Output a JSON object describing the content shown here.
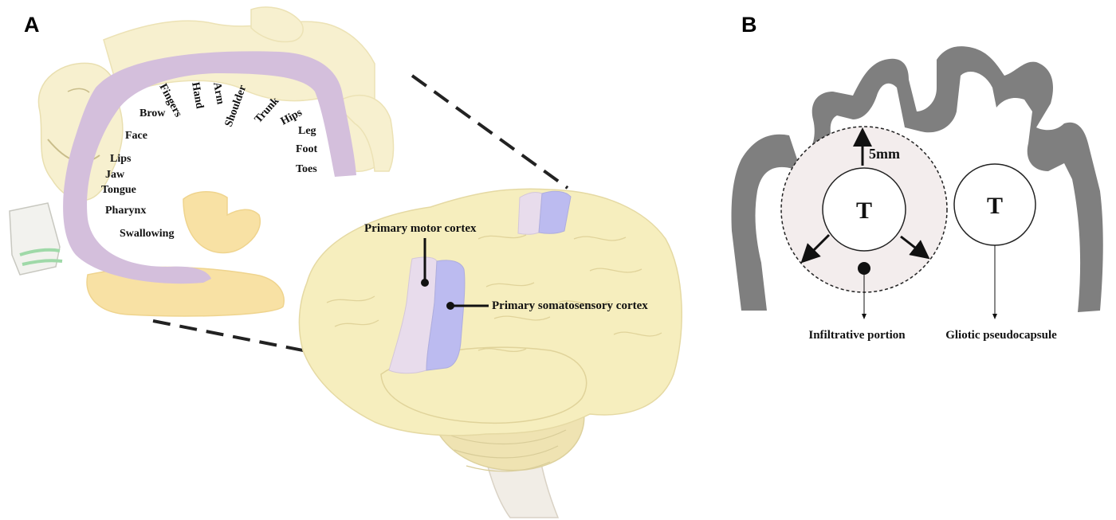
{
  "panel_a": {
    "letter": "A",
    "homunculus_labels": [
      "Fingers",
      "Hand",
      "Arm",
      "Shoulder",
      "Trunk",
      "Hips",
      "Leg",
      "Foot",
      "Toes",
      "Brow",
      "Face",
      "Lips",
      "Jaw",
      "Tongue",
      "Pharynx",
      "Swallowing"
    ],
    "motor_cortex_label": "Primary motor cortex",
    "somatosensory_label": "Primary somatosensory cortex"
  },
  "panel_b": {
    "letter": "B",
    "tumor_label_left": "T",
    "tumor_label_right": "T",
    "distance_label": "5mm",
    "infiltrative_label": "Infiltrative portion",
    "pseudocapsule_label": "Gliotic pseudocapsule"
  },
  "colors": {
    "motor_strip": "#d4bfdc",
    "homunculus_body": "#f7f0cf",
    "homunculus_mouth": "#f8e1a4",
    "brain": "#f6eebe",
    "motor_cortex": "#e8dcec",
    "somatosensory_cortex": "#bcbbf0",
    "cortex_ribbon": "#7f7f7f",
    "infiltration_zone": "#f3eded"
  },
  "icons": [
    "homunculus-figure",
    "brain-lateral-view",
    "cortical-ribbon"
  ]
}
